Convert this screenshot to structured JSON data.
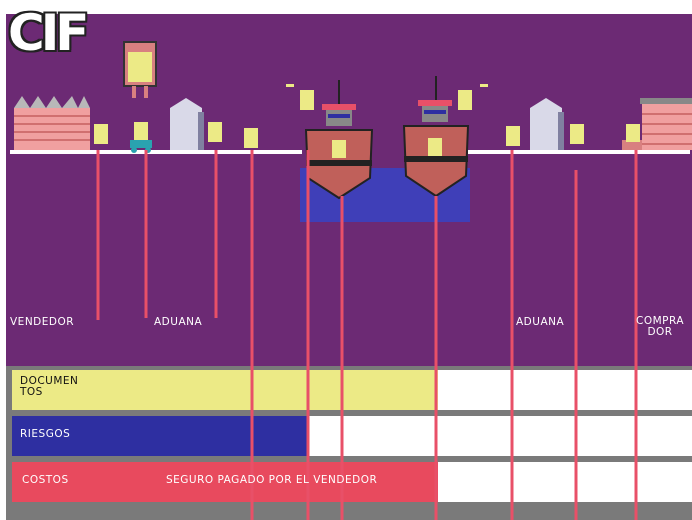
{
  "title": "CIF",
  "places": {
    "vendedor": "VENDEDOR",
    "aduana_origen": "ADUANA",
    "aduana_destino": "ADUANA",
    "comprador": "COMPRA\nDOR"
  },
  "rows": {
    "documentos": "DOCUMEN\nTOS",
    "riesgos": "RIESGOS",
    "costos": "COSTOS",
    "costos_note": "SEGURO PAGADO POR EL VENDEDOR"
  },
  "colors": {
    "purple": "#6c2a74",
    "yellow": "#ecea86",
    "blue": "#2e2fa1",
    "red": "#e84a5e",
    "grey": "#7a7a7a",
    "line": "#e85068",
    "water": "#3f3fb8"
  }
}
